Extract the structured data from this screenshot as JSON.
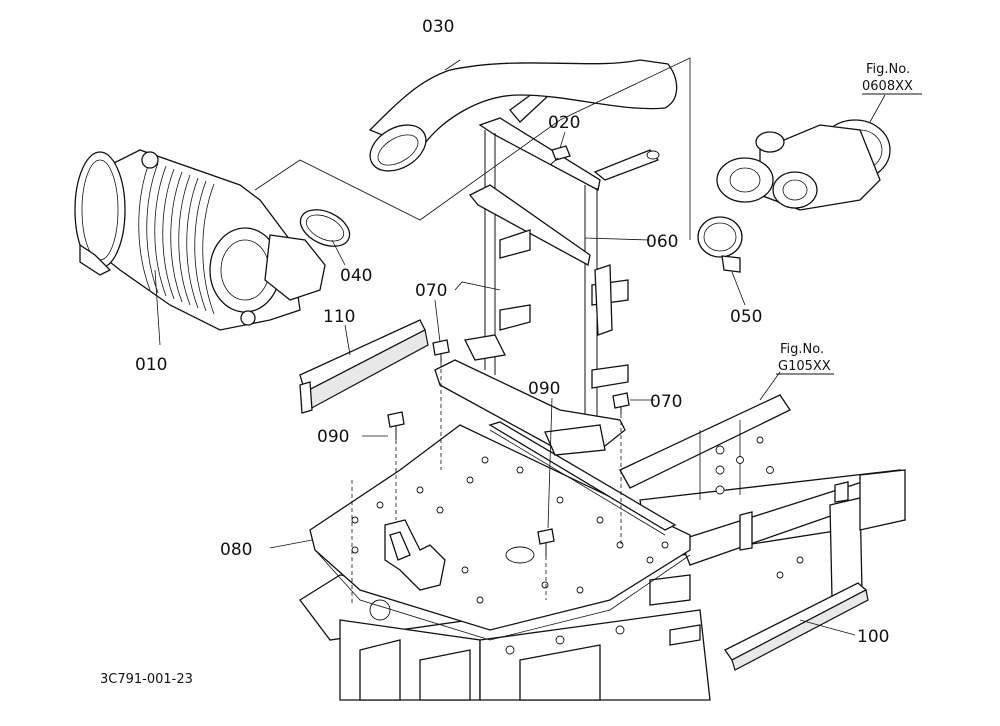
{
  "diagram": {
    "drawing_code": "3C791-001-23",
    "fig_refs": [
      {
        "label": "Fig.No.",
        "code": "0608XX"
      },
      {
        "label": "Fig.No.",
        "code": "G105XX"
      }
    ],
    "callouts": {
      "p010": "010",
      "p020": "020",
      "p030": "030",
      "p040": "040",
      "p050": "050",
      "p060": "060",
      "p070a": "070",
      "p070b": "070",
      "p080": "080",
      "p090a": "090",
      "p090b": "090",
      "p100": "100",
      "p110": "110"
    }
  }
}
